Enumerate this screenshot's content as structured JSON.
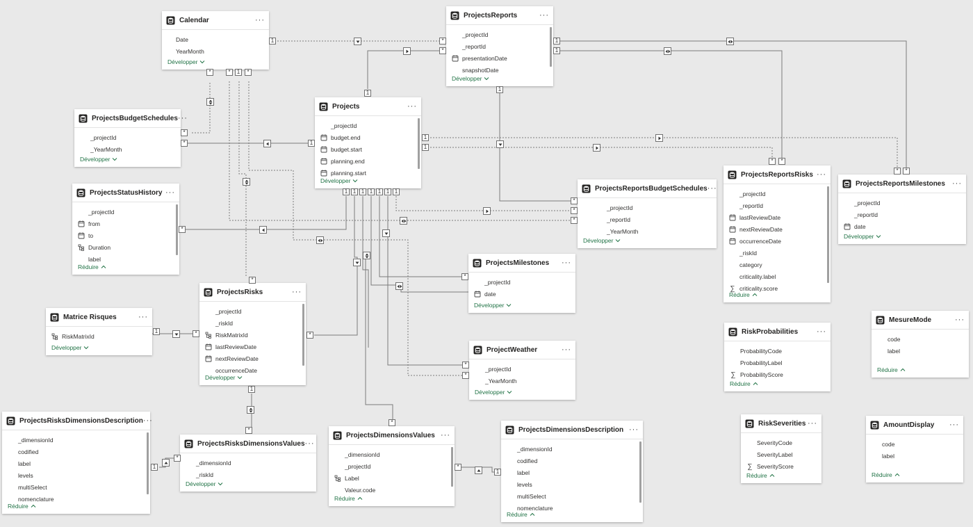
{
  "expand_label": "Développer",
  "collapse_label": "Réduire",
  "menu_glyph": "···",
  "cardinality": {
    "one": "1",
    "many": "*"
  },
  "icons": {
    "table": "table-icon",
    "calendar": "calendar-field-icon",
    "hierarchy": "hierarchy-field-icon",
    "sum": "sum-field-icon"
  },
  "colors": {
    "accent": "#217346",
    "line": "#7a7a7a",
    "canvas": "#e9e9e9"
  },
  "tables": [
    {
      "id": "calendar",
      "name": "Calendar",
      "footer": "expand",
      "scroll": false,
      "fields": [
        {
          "label": "Date",
          "icon": "none"
        },
        {
          "label": "YearMonth",
          "icon": "none"
        }
      ]
    },
    {
      "id": "projectsreports",
      "name": "ProjectsReports",
      "footer": "expand",
      "scroll": true,
      "fields": [
        {
          "label": "_projectId",
          "icon": "blank"
        },
        {
          "label": "_reportId",
          "icon": "blank"
        },
        {
          "label": "presentationDate",
          "icon": "calendar"
        },
        {
          "label": "snapshotDate",
          "icon": "blank"
        }
      ]
    },
    {
      "id": "budgetschedules",
      "name": "ProjectsBudgetSchedules",
      "footer": "expand",
      "scroll": false,
      "fields": [
        {
          "label": "_projectId",
          "icon": "blank"
        },
        {
          "label": "_YearMonth",
          "icon": "blank"
        }
      ]
    },
    {
      "id": "projects",
      "name": "Projects",
      "footer": "expand",
      "scroll": true,
      "fields": [
        {
          "label": "_projectId",
          "icon": "blank"
        },
        {
          "label": "budget.end",
          "icon": "calendar"
        },
        {
          "label": "budget.start",
          "icon": "calendar"
        },
        {
          "label": "planning.end",
          "icon": "calendar"
        },
        {
          "label": "planning.start",
          "icon": "calendar"
        }
      ]
    },
    {
      "id": "statushistory",
      "name": "ProjectsStatusHistory",
      "footer": "collapse",
      "scroll": true,
      "fields": [
        {
          "label": "_projectId",
          "icon": "blank"
        },
        {
          "label": "from",
          "icon": "calendar"
        },
        {
          "label": "to",
          "icon": "calendar"
        },
        {
          "label": "Duration",
          "icon": "hierarchy"
        },
        {
          "label": "label",
          "icon": "blank"
        }
      ]
    },
    {
      "id": "reportsbudget",
      "name": "ProjectsReportsBudgetSchedules",
      "footer": "expand",
      "scroll": false,
      "fields": [
        {
          "label": "_projectId",
          "icon": "none"
        },
        {
          "label": "_reportId",
          "icon": "none"
        },
        {
          "label": "_YearMonth",
          "icon": "none"
        }
      ]
    },
    {
      "id": "reportsrisks",
      "name": "ProjectsReportsRisks",
      "footer": "collapse",
      "scroll": true,
      "fields": [
        {
          "label": "_projectId",
          "icon": "blank"
        },
        {
          "label": "_reportId",
          "icon": "blank"
        },
        {
          "label": "lastReviewDate",
          "icon": "calendar"
        },
        {
          "label": "nextReviewDate",
          "icon": "calendar"
        },
        {
          "label": "occurrenceDate",
          "icon": "calendar"
        },
        {
          "label": "_riskId",
          "icon": "blank"
        },
        {
          "label": "category",
          "icon": "blank"
        },
        {
          "label": "criticality.label",
          "icon": "blank"
        },
        {
          "label": "criticality.score",
          "icon": "sum"
        }
      ]
    },
    {
      "id": "reportsmilestones",
      "name": "ProjectsReportsMilestones",
      "footer": "expand",
      "scroll": false,
      "fields": [
        {
          "label": "_projectId",
          "icon": "blank"
        },
        {
          "label": "_reportId",
          "icon": "blank"
        },
        {
          "label": "date",
          "icon": "calendar"
        }
      ]
    },
    {
      "id": "milestones",
      "name": "ProjectsMilestones",
      "footer": "expand",
      "scroll": false,
      "fields": [
        {
          "label": "_projectId",
          "icon": "blank"
        },
        {
          "label": "date",
          "icon": "calendar"
        }
      ]
    },
    {
      "id": "matrice",
      "name": "Matrice Risques",
      "footer": "expand",
      "scroll": false,
      "fields": [
        {
          "label": "RiskMatrixId",
          "icon": "hierarchy"
        }
      ]
    },
    {
      "id": "projectsrisks",
      "name": "ProjectsRisks",
      "footer": "expand",
      "scroll": true,
      "fields": [
        {
          "label": "_projectId",
          "icon": "blank"
        },
        {
          "label": "_riskId",
          "icon": "blank"
        },
        {
          "label": "RiskMatrixId",
          "icon": "hierarchy"
        },
        {
          "label": "lastReviewDate",
          "icon": "calendar"
        },
        {
          "label": "nextReviewDate",
          "icon": "calendar"
        },
        {
          "label": "occurrenceDate",
          "icon": "blank"
        }
      ]
    },
    {
      "id": "weather",
      "name": "ProjectWeather",
      "footer": "expand",
      "scroll": false,
      "fields": [
        {
          "label": "_projectId",
          "icon": "blank"
        },
        {
          "label": "_YearMonth",
          "icon": "blank"
        }
      ]
    },
    {
      "id": "riskprob",
      "name": "RiskProbabilities",
      "footer": "collapse",
      "scroll": false,
      "fields": [
        {
          "label": "ProbabilityCode",
          "icon": "blank"
        },
        {
          "label": "ProbabilityLabel",
          "icon": "blank"
        },
        {
          "label": "ProbabilityScore",
          "icon": "sum"
        }
      ]
    },
    {
      "id": "mesuremode",
      "name": "MesureMode",
      "footer": "collapse",
      "scroll": false,
      "fields": [
        {
          "label": "code",
          "icon": "blank"
        },
        {
          "label": "label",
          "icon": "blank"
        }
      ]
    },
    {
      "id": "riskdimdesc",
      "name": "ProjectsRisksDimensionsDescription",
      "footer": "collapse",
      "scroll": true,
      "fields": [
        {
          "label": "_dimensionId",
          "icon": "blank"
        },
        {
          "label": "codified",
          "icon": "blank"
        },
        {
          "label": "label",
          "icon": "blank"
        },
        {
          "label": "levels",
          "icon": "blank"
        },
        {
          "label": "multiSelect",
          "icon": "blank"
        },
        {
          "label": "nomenclature",
          "icon": "blank"
        }
      ]
    },
    {
      "id": "riskdimvalues",
      "name": "ProjectsRisksDimensionsValues",
      "footer": "expand",
      "scroll": false,
      "fields": [
        {
          "label": "_dimensionId",
          "icon": "blank"
        },
        {
          "label": "_riskId",
          "icon": "blank"
        }
      ]
    },
    {
      "id": "dimvalues",
      "name": "ProjectsDimensionsValues",
      "footer": "collapse",
      "scroll": true,
      "fields": [
        {
          "label": "_dimensionId",
          "icon": "blank"
        },
        {
          "label": "_projectId",
          "icon": "blank"
        },
        {
          "label": "Label",
          "icon": "hierarchy"
        },
        {
          "label": "Valeur.code",
          "icon": "blank"
        }
      ]
    },
    {
      "id": "dimdesc",
      "name": "ProjectsDimensionsDescription",
      "footer": "collapse",
      "scroll": true,
      "fields": [
        {
          "label": "_dimensionId",
          "icon": "blank"
        },
        {
          "label": "codified",
          "icon": "blank"
        },
        {
          "label": "label",
          "icon": "blank"
        },
        {
          "label": "levels",
          "icon": "blank"
        },
        {
          "label": "multiSelect",
          "icon": "blank"
        },
        {
          "label": "nomenclature",
          "icon": "blank"
        }
      ]
    },
    {
      "id": "riskseverities",
      "name": "RiskSeverities",
      "footer": "collapse",
      "scroll": false,
      "fields": [
        {
          "label": "SeverityCode",
          "icon": "blank"
        },
        {
          "label": "SeverityLabel",
          "icon": "blank"
        },
        {
          "label": "SeverityScore",
          "icon": "sum"
        }
      ]
    },
    {
      "id": "amountdisplay",
      "name": "AmountDisplay",
      "footer": "collapse",
      "scroll": false,
      "fields": [
        {
          "label": "code",
          "icon": "blank"
        },
        {
          "label": "label",
          "icon": "blank"
        }
      ]
    }
  ]
}
